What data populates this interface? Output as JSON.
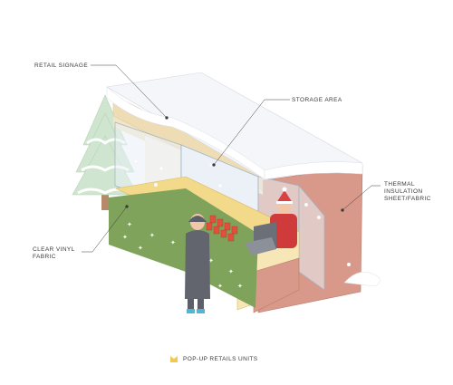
{
  "labels": {
    "retail_signage": "RETAIL SIGNAGE",
    "storage_area": "STORAGE AREA",
    "thermal_insulation": "THERMAL\nINSULATION\nSHEET/FABRIC",
    "clear_vinyl": "CLEAR VINYL\nFABRIC"
  },
  "legend": {
    "label": "POP-UP RETAILS UNITS",
    "swatch_color": "#f2c94c"
  },
  "colors": {
    "snow": "#ffffff",
    "booth_wall": "#d8998a",
    "counter": "#f3d98a",
    "tree": "#cfe5cf",
    "hedge": "#7fa35b"
  }
}
